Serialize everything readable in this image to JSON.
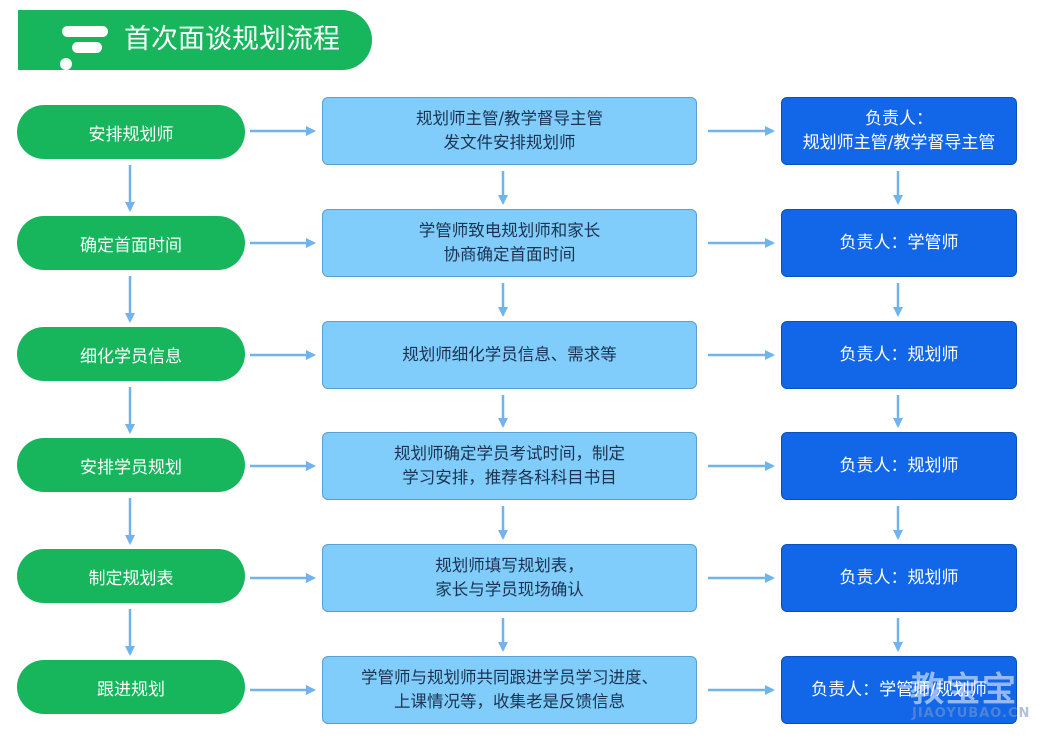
{
  "title": "首次面谈规划流程",
  "colors": {
    "green": "#17b65d",
    "light_blue": "#80ccfa",
    "blue": "#1266e8",
    "arrow": "#6fb4ee"
  },
  "steps": [
    {
      "name": "安排规划师",
      "desc": [
        "规划师主管/教学督导主管",
        "发文件安排规划师"
      ],
      "owner": [
        "负责人：",
        "规划师主管/教学督导主管"
      ]
    },
    {
      "name": "确定首面时间",
      "desc": [
        "学管师致电规划师和家长",
        "协商确定首面时间"
      ],
      "owner": [
        "负责人：学管师"
      ]
    },
    {
      "name": "细化学员信息",
      "desc": [
        "规划师细化学员信息、需求等"
      ],
      "owner": [
        "负责人：规划师"
      ]
    },
    {
      "name": "安排学员规划",
      "desc": [
        "规划师确定学员考试时间，制定",
        "学习安排，推荐各科科目书目"
      ],
      "owner": [
        "负责人：规划师"
      ]
    },
    {
      "name": "制定规划表",
      "desc": [
        "规划师填写规划表，",
        "家长与学员现场确认"
      ],
      "owner": [
        "负责人：规划师"
      ]
    },
    {
      "name": "跟进规划",
      "desc": [
        "学管师与规划师共同跟进学员学习进度、",
        "上课情况等，收集老是反馈信息"
      ],
      "owner": [
        "负责人：学管师/规划师"
      ]
    }
  ],
  "watermark": {
    "cn": "教宝宝",
    "en": "JIAOYUBAO.CN"
  }
}
